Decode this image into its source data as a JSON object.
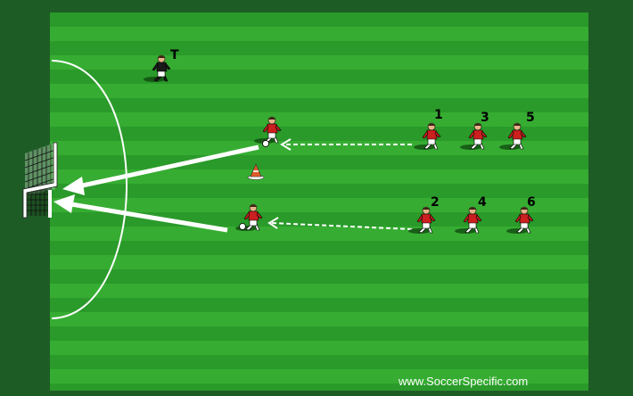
{
  "diagram": {
    "coach_label": "T",
    "attackers_top": [
      "1",
      "3",
      "5"
    ],
    "attackers_bottom": [
      "2",
      "4",
      "6"
    ],
    "watermark": "www.SoccerSpecific.com"
  },
  "colors": {
    "border": "#1e5c26",
    "stripe_a": "#2a9a2a",
    "stripe_b": "#36ad32",
    "kit_red": "#cc1f1f",
    "kit_white": "#ffffff",
    "keeper_kit": "#1a1a1a",
    "cone": "#e05a2a",
    "lines": "#ffffff"
  },
  "icons": [
    "goal-icon",
    "player-icon",
    "goalkeeper-icon",
    "cone-icon",
    "ball-icon"
  ]
}
